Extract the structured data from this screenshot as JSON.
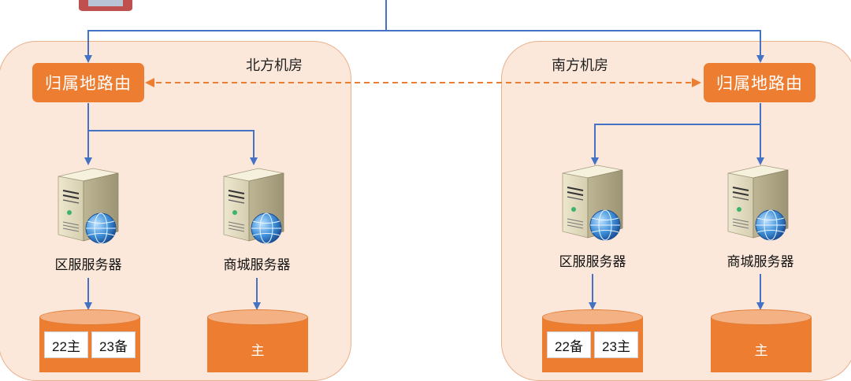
{
  "rooms": {
    "north": {
      "label": "北方机房",
      "router": "归属地路由",
      "servers": [
        {
          "label": "区服服务器",
          "icon": "server-globe-icon"
        },
        {
          "label": "商城服务器",
          "icon": "server-globe-icon"
        }
      ],
      "databases": [
        {
          "slots": [
            "22主",
            "23备"
          ]
        },
        {
          "label": "主"
        }
      ]
    },
    "south": {
      "label": "南方机房",
      "router": "归属地路由",
      "servers": [
        {
          "label": "区服服务器",
          "icon": "server-globe-icon"
        },
        {
          "label": "商城服务器",
          "icon": "server-globe-icon"
        }
      ],
      "databases": [
        {
          "slots": [
            "22备",
            "23主"
          ]
        },
        {
          "label": "主"
        }
      ]
    }
  },
  "colors": {
    "accent": "#ed7d31",
    "room_fill": "#fce8da",
    "connector": "#4472c4",
    "sync_line": "#ed7d31"
  }
}
